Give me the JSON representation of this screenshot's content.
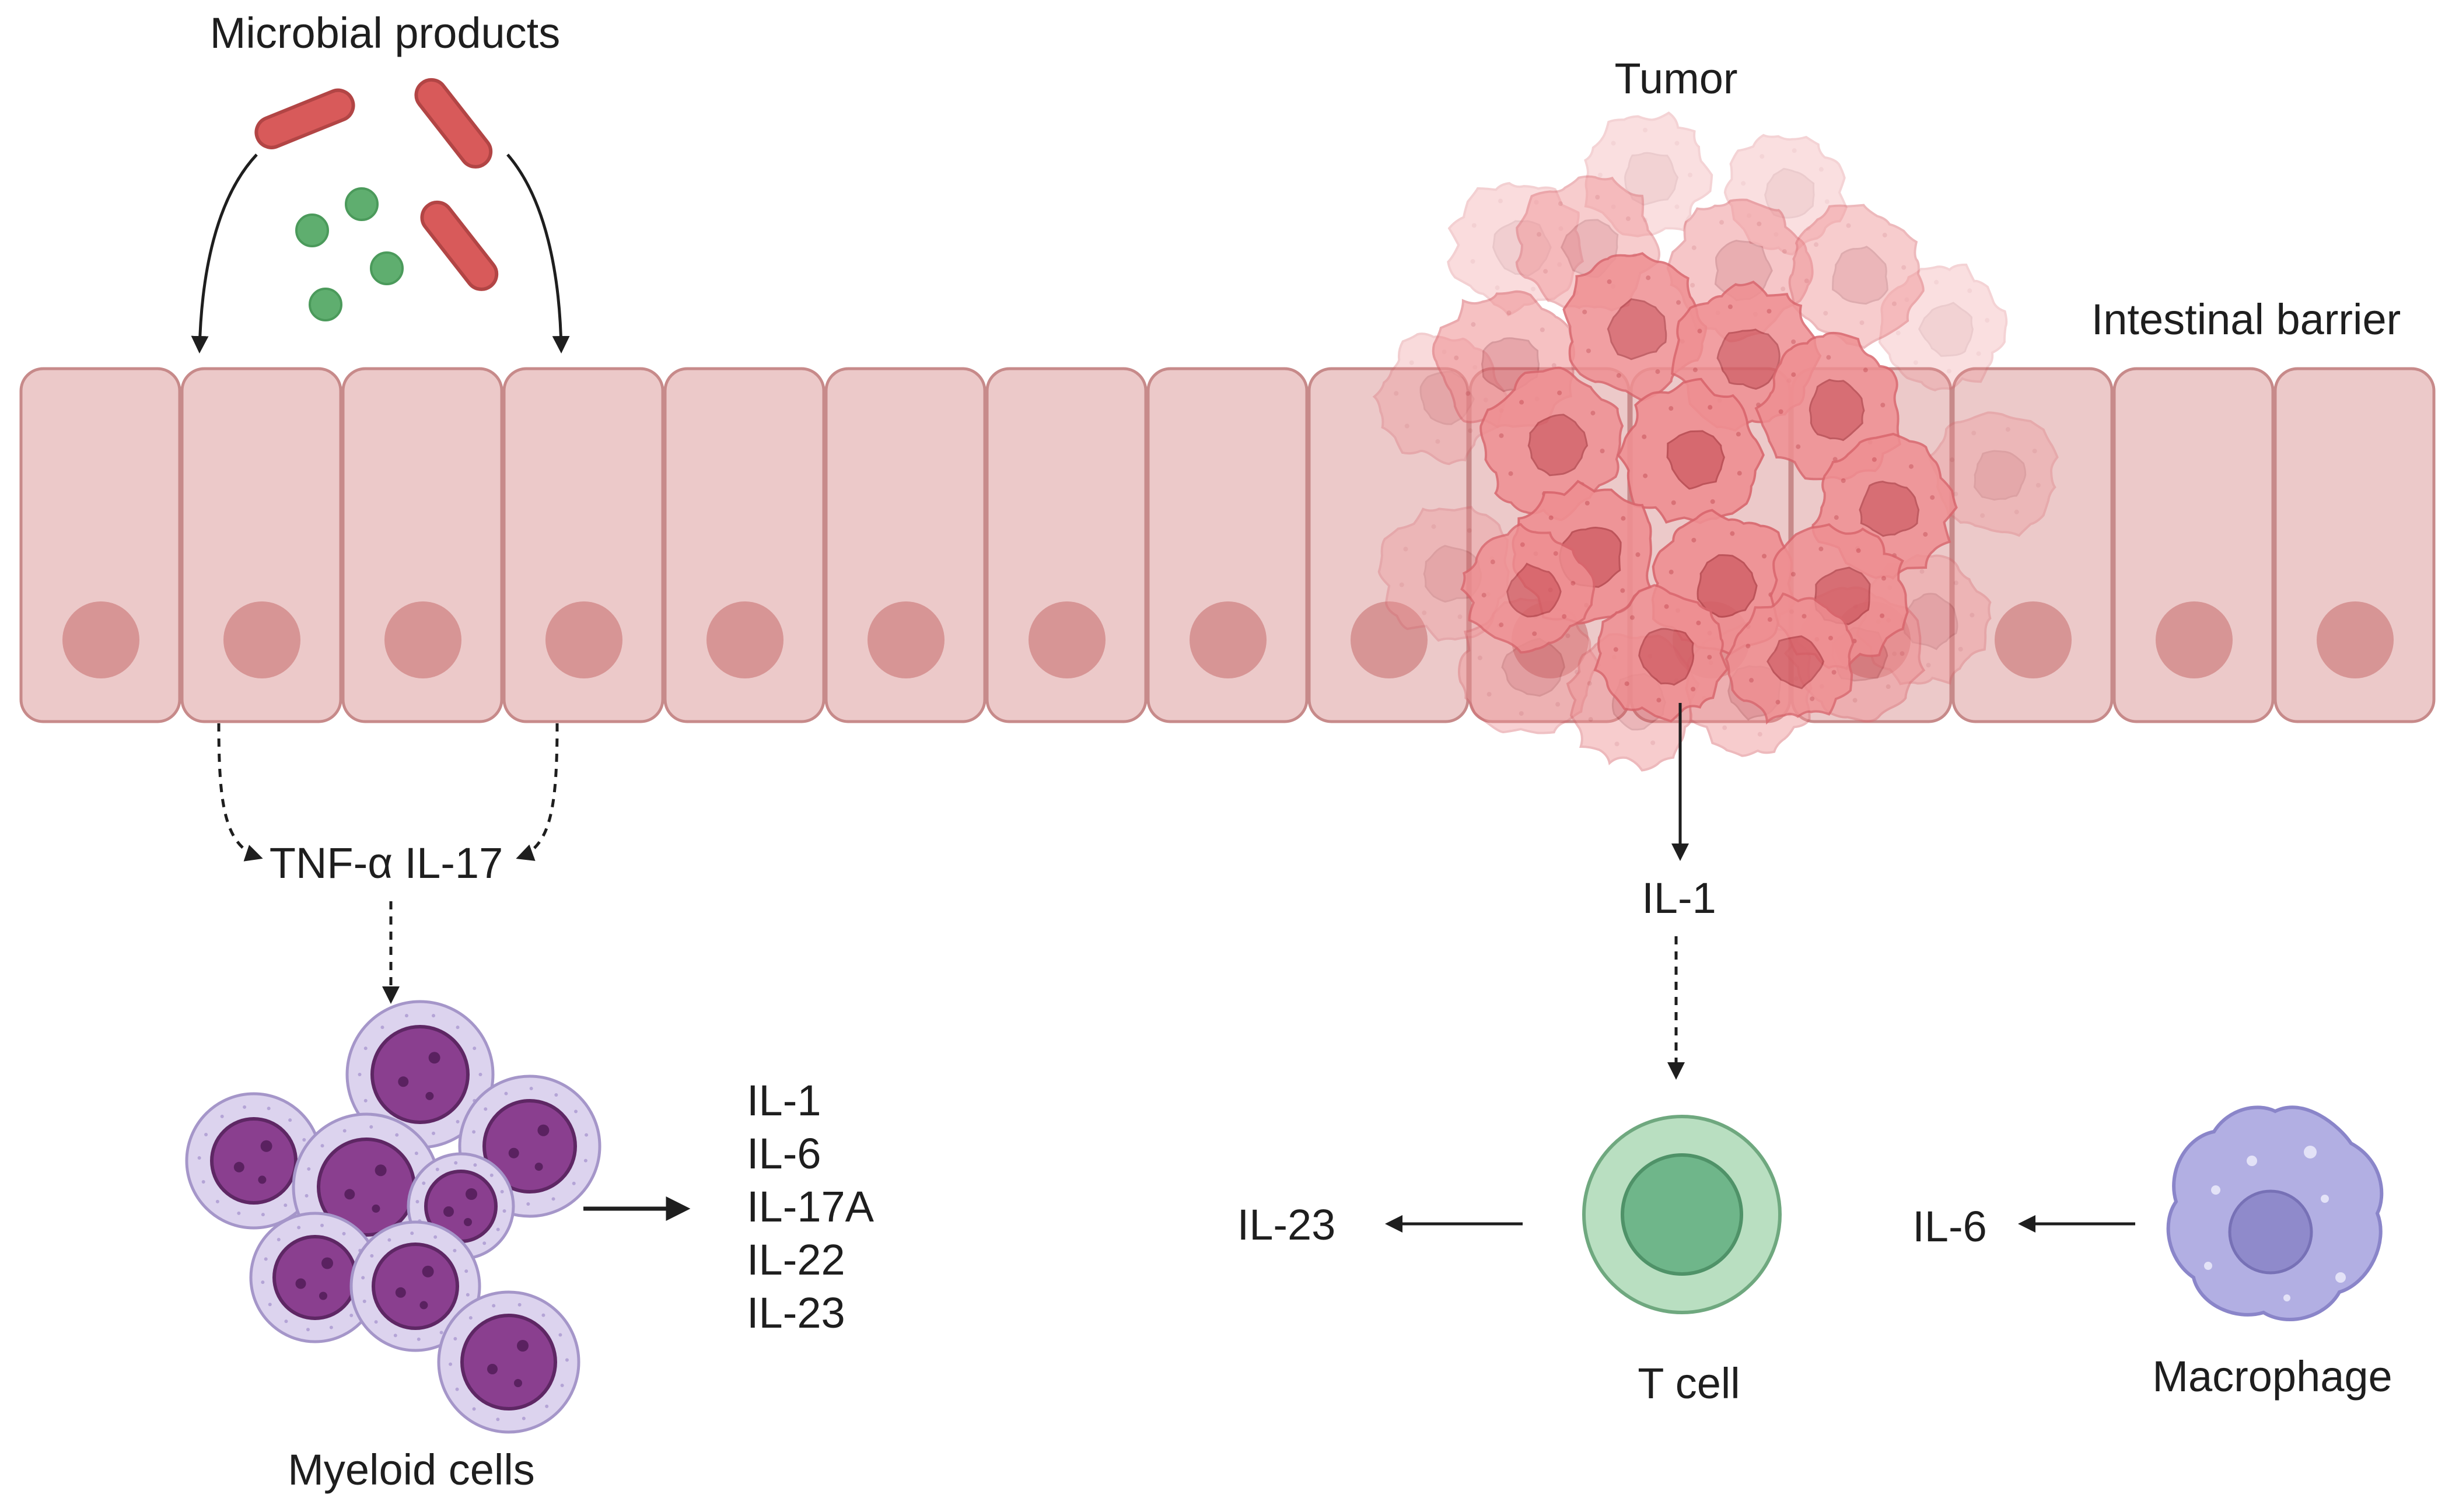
{
  "labels": {
    "microbial": "Microbial products",
    "tumor": "Tumor",
    "barrier": "Intestinal barrier",
    "tnf": "TNF-α IL-17",
    "il1_tumor": "IL-1",
    "myeloid": "Myeloid cells",
    "tcell": "T cell",
    "macrophage": "Macrophage",
    "tcell_output": "IL-23",
    "macrophage_output": "IL-6"
  },
  "myeloid_outputs": [
    "IL-1",
    "IL-6",
    "IL-17A",
    "IL-22",
    "IL-23"
  ],
  "colors": {
    "epithelium_fill": "#ecc9c9",
    "epithelium_stroke": "#c78a8a",
    "nucleus": "#d48c8c",
    "tumor_cell": "#ef8f92",
    "tumor_nucleus": "#d45f66",
    "bacteria_rod": "#d85a5a",
    "bacteria_cocci": "#5fae6f",
    "myeloid_outer": "#dcd3ee",
    "myeloid_inner": "#8a3f8f",
    "tcell_outer": "#a9d6b2",
    "tcell_inner": "#6fb68a",
    "macrophage": "#a8a5dc",
    "macrophage_nucleus": "#8c86c6",
    "arrow": "#1e1e1e"
  }
}
